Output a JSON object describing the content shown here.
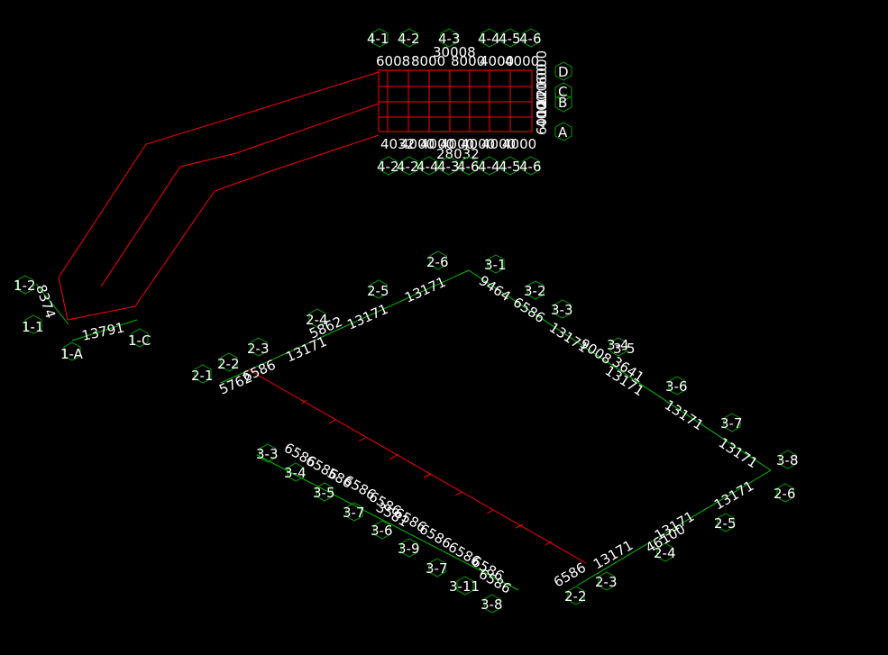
{
  "colors": {
    "background": "#000000",
    "beam_red": "#ff0000",
    "dim_green": "#00c000",
    "bubble_green": "#00a000",
    "text_white": "#ffffff"
  },
  "top_plan": {
    "top_axes": [
      "4-1",
      "4-2",
      "4-3",
      "4-4",
      "4-5",
      "4-6"
    ],
    "top_total": "30008",
    "top_spans": [
      "6008",
      "8000",
      "8000",
      "4000",
      "4000"
    ],
    "right_axes": [
      "D",
      "C",
      "B",
      "A"
    ],
    "right_spans": [
      "6000",
      "12000",
      "1200",
      "4000",
      "6000"
    ],
    "bottom_spans": [
      "4032",
      "4000",
      "4000",
      "4000",
      "4000",
      "4000",
      "4000"
    ],
    "bottom_total": "28032",
    "bottom_axes": [
      "4-2",
      "4-2",
      "4-4",
      "4-3",
      "4-6",
      "4-4",
      "4-5",
      "4-6"
    ]
  },
  "left_block": {
    "axes": [
      "1-2",
      "1-1",
      "1-A",
      "1-C"
    ],
    "dim_vertical": "8374",
    "dim_horizontal": "13791"
  },
  "large_block": {
    "top_left_axes": [
      "2-1",
      "2-2",
      "2-3",
      "2-4",
      "2-5",
      "2-6"
    ],
    "top_left_dims": [
      "5762",
      "6586",
      "13171",
      "5862",
      "13171",
      "13171"
    ],
    "top_right_axes": [
      "3-1",
      "3-2",
      "3-3",
      "3-4",
      "3-5",
      "3-6",
      "3-7",
      "3-8"
    ],
    "top_right_dims": [
      "9464",
      "6586",
      "13171",
      "9008",
      "3641",
      "13171",
      "13171",
      "13171"
    ],
    "right_axes": [
      "2-6",
      "2-5",
      "2-4",
      "2-3",
      "2-2"
    ],
    "right_dims": [
      "13171",
      "13171",
      "46100",
      "13171",
      "6586"
    ],
    "inner_axes": [
      "3-3",
      "3-4",
      "3-5",
      "3-7",
      "3-6",
      "3-9",
      "3-7",
      "3-11",
      "3-8"
    ],
    "inner_dims": [
      "6586",
      "6586",
      "6586",
      "6586",
      "6586",
      "6586",
      "6586",
      "6586",
      "6586",
      "6586",
      "6586"
    ],
    "inner_misc": [
      "586",
      "3581"
    ]
  }
}
